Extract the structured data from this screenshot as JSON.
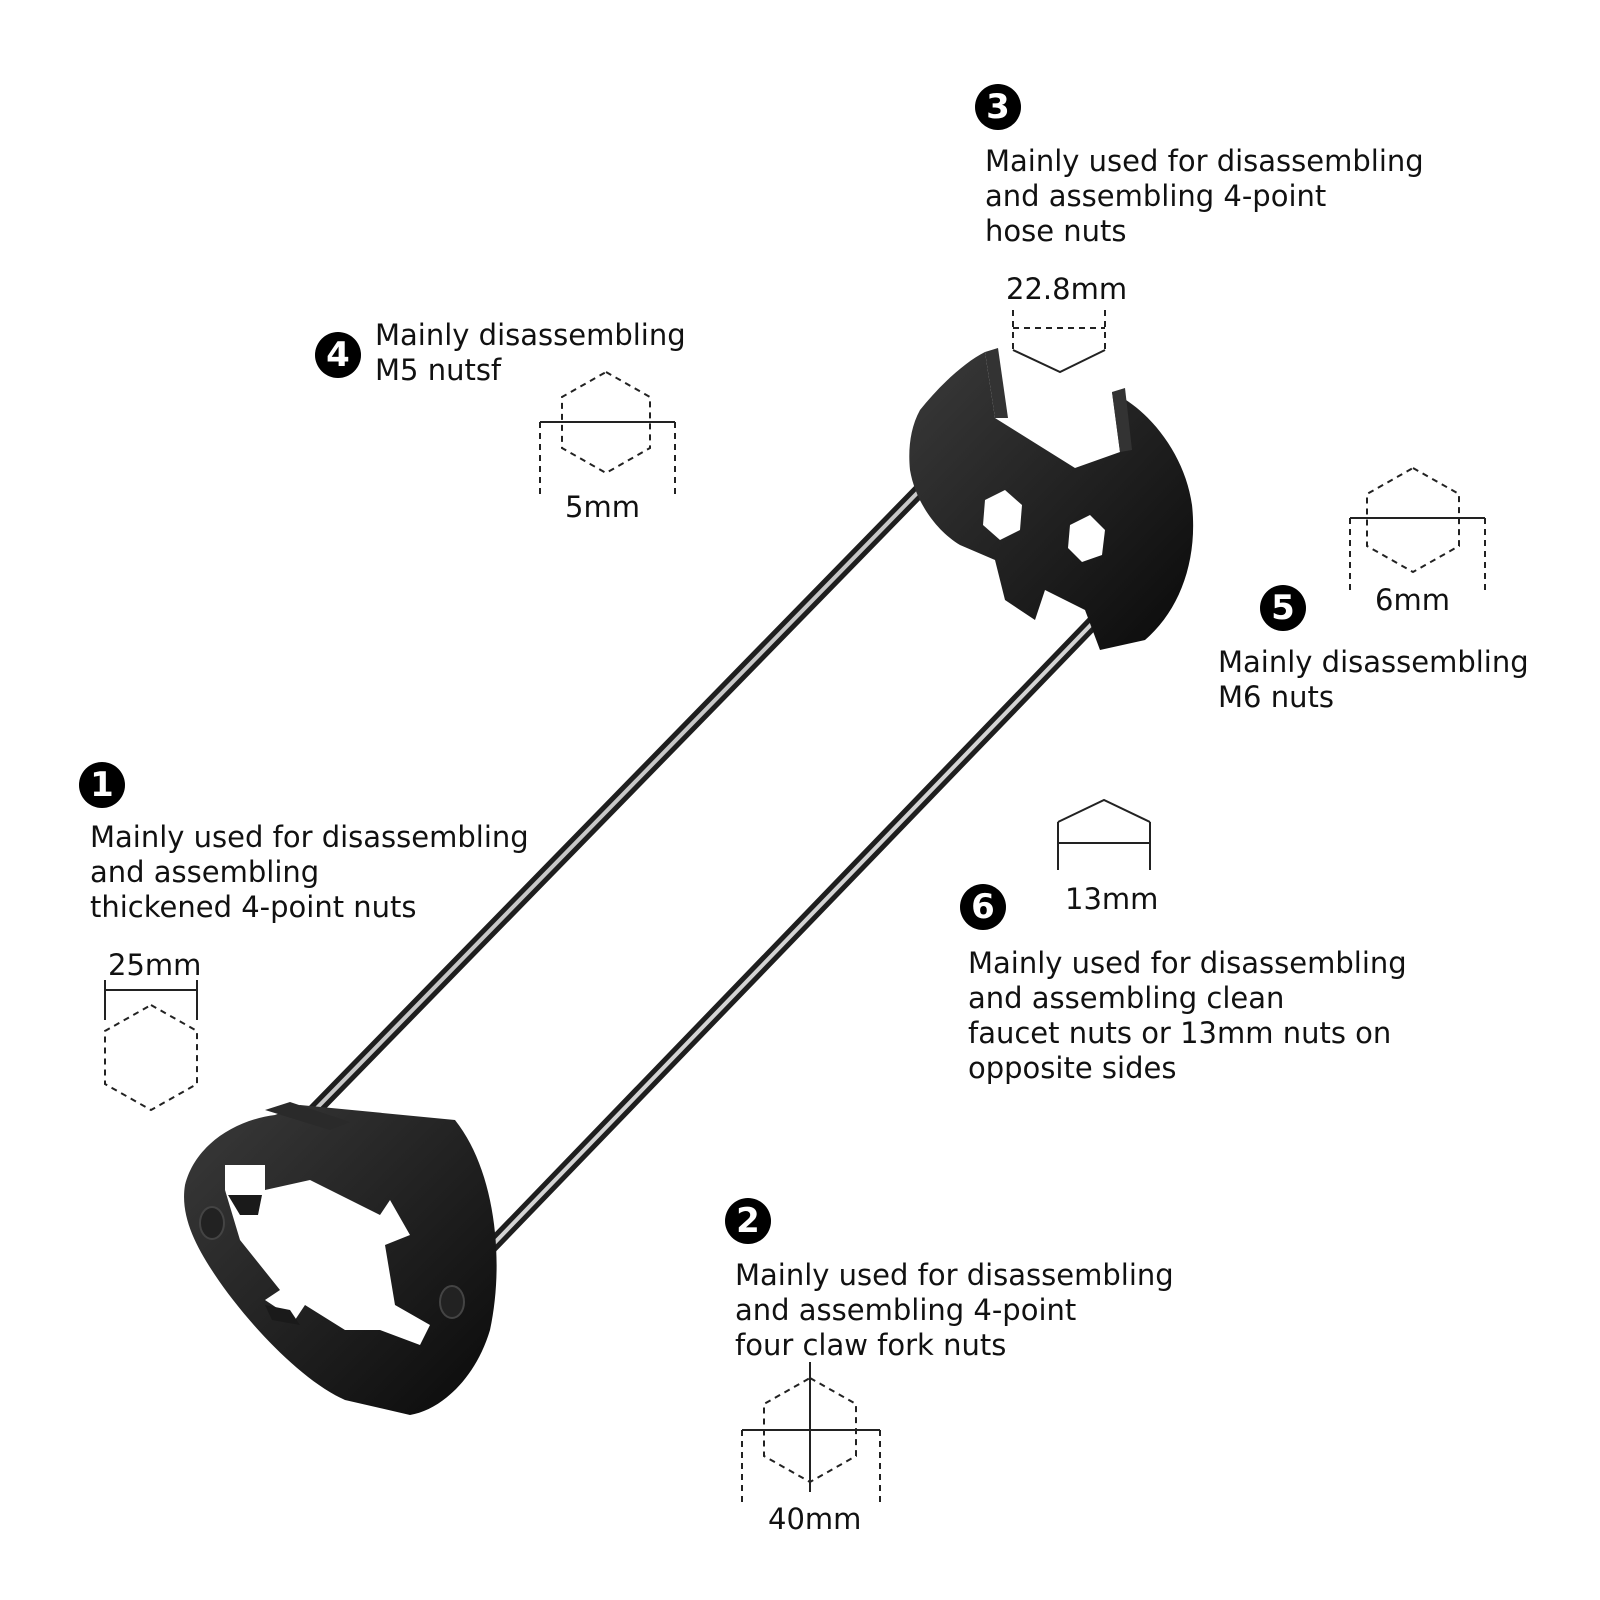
{
  "callouts": [
    {
      "number": "1",
      "lines": [
        "Mainly used for disassembling",
        "and assembling",
        "thickened 4-point nuts"
      ],
      "size": "25mm"
    },
    {
      "number": "2",
      "lines": [
        "Mainly used for disassembling",
        "and assembling 4-point",
        "four claw fork nuts"
      ],
      "size": "40mm"
    },
    {
      "number": "3",
      "lines": [
        "Mainly used for disassembling",
        "and assembling 4-point",
        "hose nuts"
      ],
      "size": "22.8mm"
    },
    {
      "number": "4",
      "lines": [
        "Mainly disassembling",
        "M5 nutsf"
      ],
      "size": "5mm"
    },
    {
      "number": "5",
      "lines": [
        "Mainly disassembling",
        "M6 nuts"
      ],
      "size": "6mm"
    },
    {
      "number": "6",
      "lines": [
        "Mainly used for disassembling",
        "and assembling clean",
        "faucet nuts or 13mm nuts on",
        "opposite sides"
      ],
      "size": "13mm"
    }
  ],
  "colors": {
    "tool": "#1a1a1a",
    "rod_highlight": "#d9d9d9",
    "text": "#111111",
    "badge": "#000000"
  }
}
